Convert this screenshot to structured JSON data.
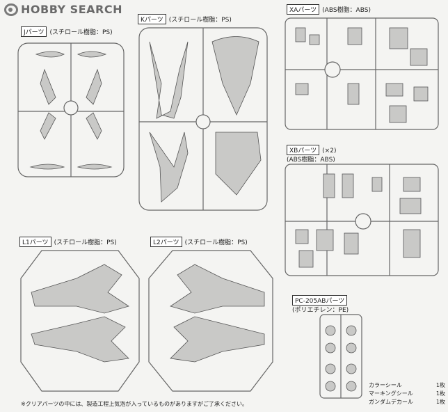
{
  "logo": {
    "text": "HOBBY SEARCH"
  },
  "sections": {
    "j": {
      "tag": "Jパーツ",
      "material": "(スチロール樹脂：PS)"
    },
    "k": {
      "tag": "Kパーツ",
      "material": "(スチロール樹脂：PS)"
    },
    "xa": {
      "tag": "XAパーツ",
      "material": "(ABS樹脂：ABS)"
    },
    "xb": {
      "tag": "XBパーツ",
      "count": "(×2)",
      "material": "(ABS樹脂：ABS)"
    },
    "l1": {
      "tag": "L1パーツ",
      "material": "(スチロール樹脂：PS)"
    },
    "l2": {
      "tag": "L2パーツ",
      "material": "(スチロール樹脂：PS)"
    },
    "pc": {
      "tag": "PC-205ABパーツ",
      "material": "(ポリエチレン：PE)"
    }
  },
  "decals": [
    {
      "name": "カラーシール",
      "count": "1枚"
    },
    {
      "name": "マーキングシール",
      "count": "1枚"
    },
    {
      "name": "ガンダムデカール",
      "count": "1枚"
    }
  ],
  "footnote": "※クリアパーツの中には、製造工程上気泡が入っているものがありますがご了承ください。"
}
